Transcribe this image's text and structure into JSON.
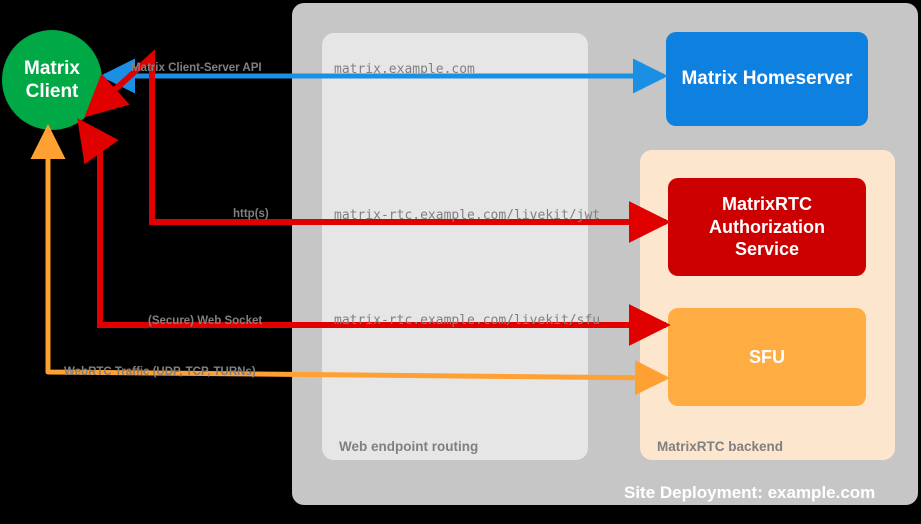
{
  "diagram": {
    "title": "Site Deployment: example.com",
    "background_color": "#000000"
  },
  "panels": {
    "site": {
      "caption": "Site Deployment: example.com",
      "color": "#c6c6c6"
    },
    "web_routing": {
      "caption": "Web endpoint routing",
      "color": "#e6e6e6"
    },
    "rtc_backend": {
      "caption": "MatrixRTC backend",
      "color": "#fce6cd"
    }
  },
  "nodes": {
    "client": {
      "label_line1": "Matrix",
      "label_line2": "Client",
      "color": "#00a846",
      "shape": "circle"
    },
    "homeserver": {
      "label": "Matrix Homeserver",
      "color": "#0d80e0"
    },
    "auth_service": {
      "label_line1": "MatrixRTC",
      "label_line2": "Authorization",
      "label_line3": "Service",
      "color": "#cc0000"
    },
    "sfu": {
      "label": "SFU",
      "color": "#ffad42"
    }
  },
  "edges": [
    {
      "name": "matrix-client-server-api",
      "protocol_label": "Matrix Client-Server API",
      "endpoint": "matrix.example.com",
      "color": "#1a8fe3",
      "direction": "bidirectional"
    },
    {
      "name": "livekit-jwt",
      "protocol_label": "http(s)",
      "endpoint": "matrix-rtc.example.com/livekit/jwt",
      "color": "#e00000",
      "direction": "bidirectional"
    },
    {
      "name": "livekit-sfu",
      "protocol_label": "(Secure) Web Socket",
      "endpoint": "matrix-rtc.example.com/livekit/sfu",
      "color": "#e00000",
      "direction": "bidirectional"
    },
    {
      "name": "webrtc-traffic",
      "protocol_label": "WebRTC Traffic (UDP, TCP, TURNs)",
      "endpoint": "",
      "color": "#ffa033",
      "direction": "bidirectional"
    }
  ]
}
